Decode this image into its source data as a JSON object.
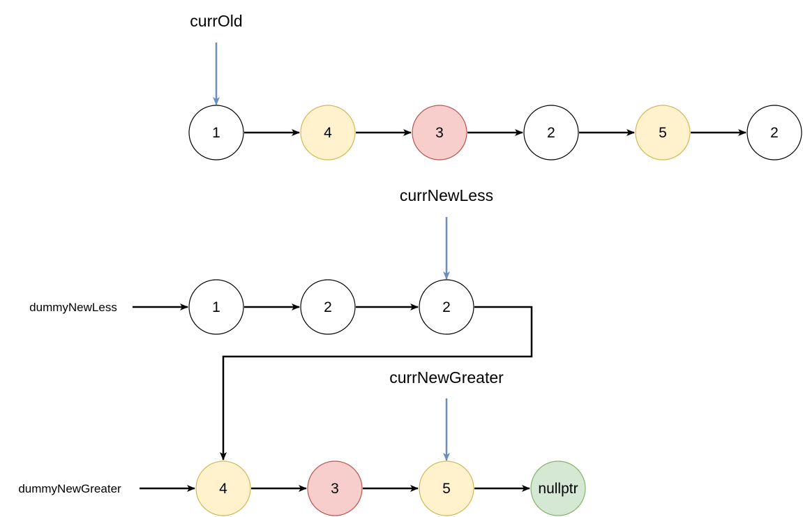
{
  "colors": {
    "white_fill": "#ffffff",
    "white_stroke": "#000000",
    "yellow_fill": "#fff2cc",
    "yellow_stroke": "#d6b656",
    "red_fill": "#f8cecc",
    "red_stroke": "#b85450",
    "green_fill": "#d5e8d4",
    "green_stroke": "#82b366",
    "pointer_arrow": "#6c8ebf",
    "link_arrow": "#000000"
  },
  "original_list": {
    "nodes": [
      {
        "value": "1",
        "color": "white"
      },
      {
        "value": "4",
        "color": "yellow"
      },
      {
        "value": "3",
        "color": "red"
      },
      {
        "value": "2",
        "color": "white"
      },
      {
        "value": "5",
        "color": "yellow"
      },
      {
        "value": "2",
        "color": "white"
      }
    ]
  },
  "less_list": {
    "head_label": "dummyNewLess",
    "nodes": [
      {
        "value": "1",
        "color": "white"
      },
      {
        "value": "2",
        "color": "white"
      },
      {
        "value": "2",
        "color": "white"
      }
    ]
  },
  "greater_list": {
    "head_label": "dummyNewGreater",
    "nodes": [
      {
        "value": "4",
        "color": "yellow"
      },
      {
        "value": "3",
        "color": "red"
      },
      {
        "value": "5",
        "color": "yellow"
      },
      {
        "value": "nullptr",
        "color": "green"
      }
    ]
  },
  "pointers": {
    "curr_old": "currOld",
    "curr_new_less": "currNewLess",
    "curr_new_greater": "currNewGreater"
  }
}
